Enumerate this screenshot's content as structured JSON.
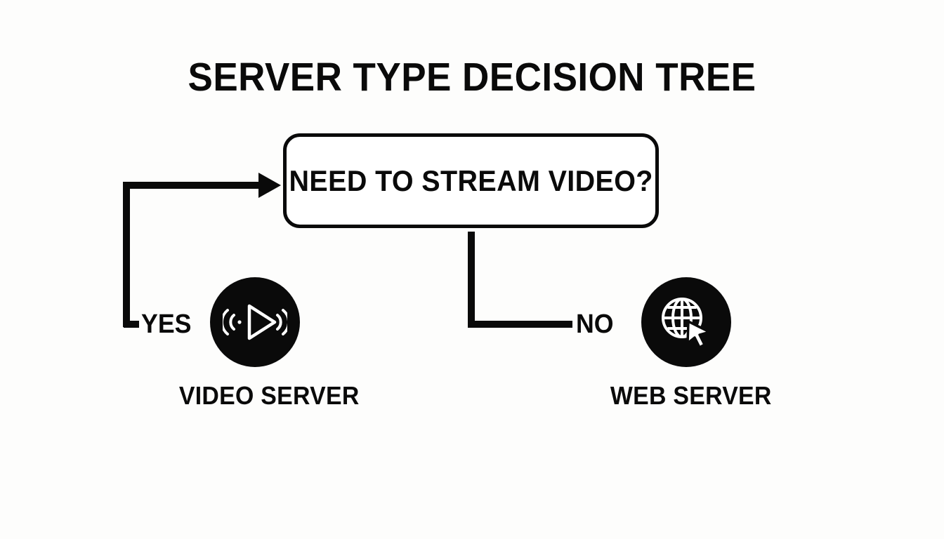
{
  "diagram": {
    "title": "SERVER TYPE DECISION TREE",
    "type": "decision-tree",
    "background_color": "#fdfdfc",
    "ink_color": "#0a0a0a",
    "decision": {
      "question": "NEED TO STREAM VIDEO?",
      "shape": "rounded-rectangle",
      "fill_color": "#ffffff",
      "border_color": "#0a0a0a"
    },
    "branches": [
      {
        "label": "YES",
        "direction": "left",
        "has_arrowhead": true,
        "target": "video-server"
      },
      {
        "label": "NO",
        "direction": "right",
        "has_arrowhead": false,
        "target": "web-server"
      }
    ],
    "outcomes": [
      {
        "id": "video-server",
        "caption": "VIDEO SERVER",
        "icon": "video-broadcast-icon",
        "icon_color": "#ffffff",
        "circle_color": "#0a0a0a"
      },
      {
        "id": "web-server",
        "caption": "WEB SERVER",
        "icon": "globe-cursor-icon",
        "icon_color": "#ffffff",
        "circle_color": "#0a0a0a"
      }
    ]
  }
}
